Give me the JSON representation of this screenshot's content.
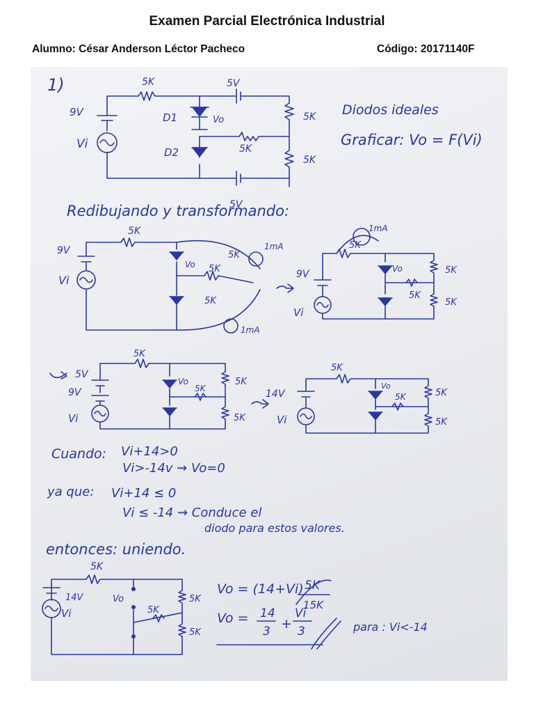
{
  "header": {
    "title": "Examen Parcial Electrónica Industrial",
    "student": "Alumno: César Anderson Léctor Pacheco",
    "code": "Código: 20171140F"
  },
  "notes": {
    "problem_number": "1)",
    "circuit1": {
      "r_top": "5K",
      "src_top": "5V",
      "src_bottom": "5V",
      "batt": "9V",
      "vi": "Vi",
      "d1": "D1",
      "d2": "D2",
      "vo": "Vo",
      "r_right1": "5K",
      "r_mid": "5K",
      "r_right2": "5K"
    },
    "ideal_diodes": "Diodos ideales",
    "graph_task": "Graficar: Vo = F(Vi)",
    "redraw": "Redibujando y transformando:",
    "circuit2": {
      "r_top": "5K",
      "batt": "9V",
      "vi": "Vi",
      "vo": "Vo",
      "r1": "5K",
      "r2": "5K",
      "r3": "5K",
      "ma1": "1mA",
      "ma2": "1mA"
    },
    "circuit3": {
      "ma": "1mA",
      "r_top": "5K",
      "batt": "9V",
      "vi": "Vi",
      "vo": "Vo",
      "r1": "5K",
      "r2": "5K",
      "r3": "5K"
    },
    "circuit4": {
      "r_top": "5K",
      "src": "5V",
      "batt": "9V",
      "vi": "Vi",
      "vo": "Vo",
      "r1": "5K",
      "r2": "5K",
      "r3": "5K"
    },
    "circuit5": {
      "r_top": "5K",
      "src": "14V",
      "vi": "Vi",
      "vo": "Vo",
      "r1": "5K",
      "r2": "5K",
      "r3": "5K"
    },
    "cuando_label": "Cuando:",
    "cuando_line1": "Vi+14>0",
    "cuando_line2": "Vi>-14v  ⇝  Vo=0",
    "yaque_label": "ya que:",
    "yaque_line1": "Vi+14 ≤ 0",
    "yaque_line2": "Vi ≤ -14  ⇝ Conduce el",
    "yaque_line3": "diodo para estos valores.",
    "entonces": "entonces: uniendo.",
    "circuit6": {
      "r_top": "5K",
      "src": "14V",
      "vi": "Vi",
      "vo": "Vo",
      "r1": "5K",
      "r2": "5K",
      "r3": "5K"
    },
    "eq1_lhs": "Vo = (14+Vi)",
    "eq1_num": "5K",
    "eq1_den": "15K",
    "eq2_lhs": "Vo =",
    "eq2_a_num": "14",
    "eq2_a_den": "3",
    "eq2_plus": "+",
    "eq2_b_num": "Vi",
    "eq2_b_den": "3",
    "para": "para : Vi<-14"
  }
}
